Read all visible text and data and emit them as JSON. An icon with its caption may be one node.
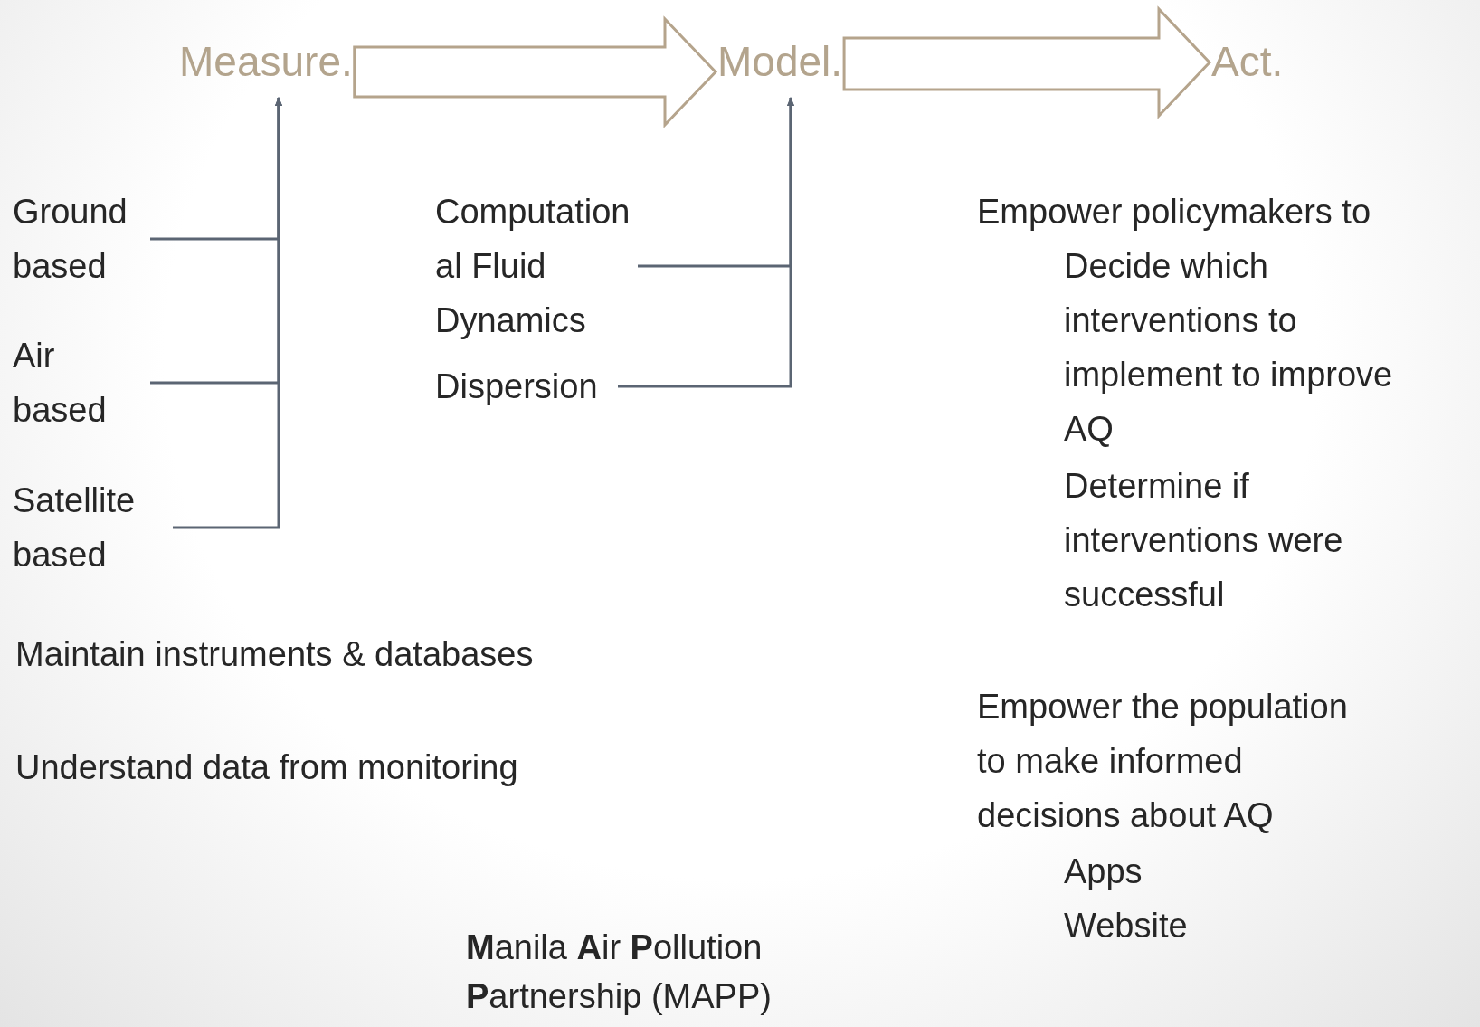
{
  "diagram": {
    "nodes": [
      {
        "text": [
          "Measure."
        ]
      },
      {
        "text": [
          "Model."
        ]
      },
      {
        "text": [
          "Act."
        ]
      },
      {
        "text": [
          "Ground based"
        ]
      },
      {
        "text": [
          "Air based"
        ]
      },
      {
        "text": [
          "Satellite based"
        ]
      },
      {
        "text": [
          "Computational Fluid Dynamics"
        ]
      },
      {
        "text": [
          "Dispersion"
        ]
      }
    ],
    "edges": [
      {
        "from": 0,
        "to": 1,
        "arrow": "to",
        "style": "thick"
      },
      {
        "from": 1,
        "to": 2,
        "arrow": "to",
        "style": "thick"
      },
      {
        "from": 3,
        "to": 0,
        "arrow": "to"
      },
      {
        "from": 4,
        "to": 0,
        "arrow": "to"
      },
      {
        "from": 5,
        "to": 0,
        "arrow": "to"
      },
      {
        "from": 6,
        "to": 1,
        "arrow": "to"
      },
      {
        "from": 7,
        "to": 1,
        "arrow": "to"
      }
    ],
    "labels": [
      "Empower policymakers to",
      "Decide which interventions to implement to improve AQ",
      "Determine if interventions were successful",
      "Maintain instruments & databases",
      "Empower the population to make informed decisions about AQ",
      "Understand data from monitoring",
      "Apps",
      "Website",
      "**M**anila **A**ir **P**ollution **P**artnership (MAPP)"
    ]
  }
}
